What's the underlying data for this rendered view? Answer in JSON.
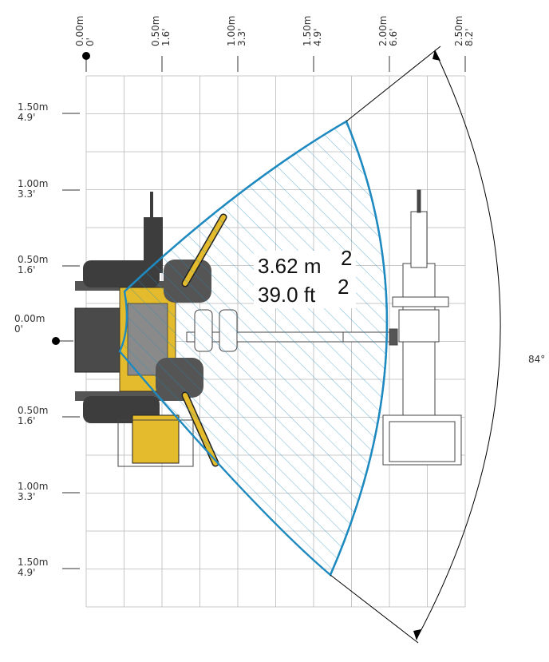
{
  "diagram": {
    "grid_origin": {
      "x_m": 0.0,
      "y_m": 0.0
    },
    "top_axis": [
      {
        "m": "0.00m",
        "ft": "0'"
      },
      {
        "m": "0.50m",
        "ft": "1.6'"
      },
      {
        "m": "1.00m",
        "ft": "3.3'"
      },
      {
        "m": "1.50m",
        "ft": "4.9'"
      },
      {
        "m": "2.00m",
        "ft": "6.6'"
      },
      {
        "m": "2.50m",
        "ft": "8.2'"
      }
    ],
    "left_axis": [
      {
        "m": "1.50m",
        "ft": "4.9'"
      },
      {
        "m": "1.00m",
        "ft": "3.3'"
      },
      {
        "m": "0.50m",
        "ft": "1.6'"
      },
      {
        "m": "0.00m",
        "ft": "0'"
      },
      {
        "m": "0.50m",
        "ft": "1.6'"
      },
      {
        "m": "1.00m",
        "ft": "3.3'"
      },
      {
        "m": "1.50m",
        "ft": "4.9'"
      }
    ],
    "area_metric": {
      "value": "3.62 m",
      "exp": "2"
    },
    "area_imperial": {
      "value": "39.0 ft",
      "exp": "2"
    },
    "sweep_angle": "84°",
    "colors": {
      "workspace_blue": "#1f8ac0",
      "robot_yellow": "#e3bb2c",
      "robot_dark": "#3d3d3d",
      "grid": "#b9b9b9"
    }
  }
}
